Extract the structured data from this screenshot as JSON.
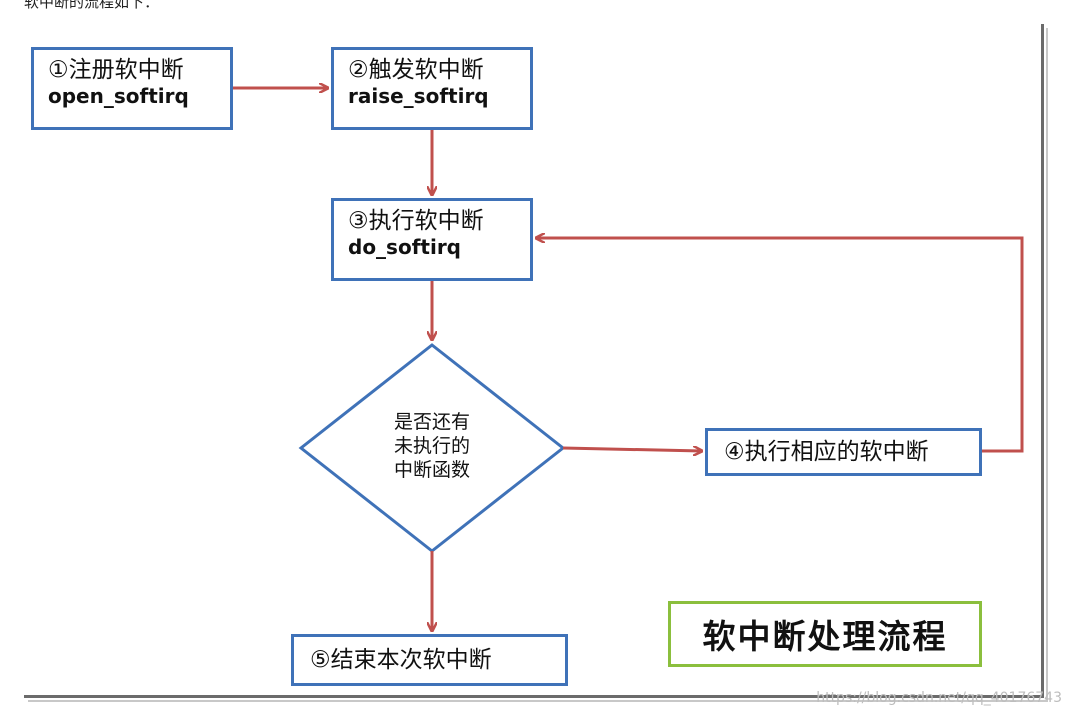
{
  "top_text": "软中断的流程如下：",
  "nodes": {
    "register": {
      "line1": "①注册软中断",
      "line2": "open_softirq"
    },
    "raise": {
      "line1": "②触发软中断",
      "line2": "raise_softirq"
    },
    "execute": {
      "line1": "③执行软中断",
      "line2": "do_softirq"
    },
    "decision": {
      "line1": "是否还有",
      "line2": "未执行的",
      "line3": "中断函数"
    },
    "handle": {
      "line1": "④执行相应的软中断"
    },
    "finish": {
      "line1": "⑤结束本次软中断"
    }
  },
  "title": "软中断处理流程",
  "watermark": "https://blog.csdn.net/qq_40176743",
  "colors": {
    "box_border": "#3f72b8",
    "arrow": "#c0504d",
    "title_border": "#8bbf3d"
  }
}
